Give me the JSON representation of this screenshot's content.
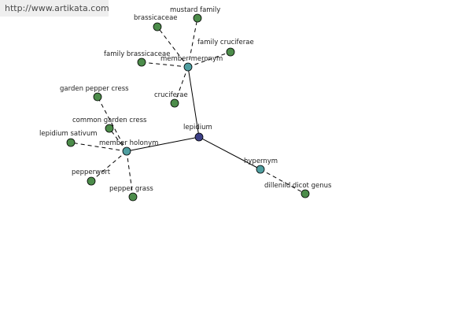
{
  "watermark": "http://www.artikata.com",
  "colors": {
    "center_node": "#3c3f86",
    "relation_node": "#4f9ea0",
    "term_node": "#4c8c4a",
    "edge": "#000000",
    "watermark_bg": "#efefef"
  },
  "graph": {
    "center": {
      "id": "lepidium",
      "label": "lepidium"
    },
    "relations": [
      {
        "id": "member-meronym",
        "label": "member meronym"
      },
      {
        "id": "member-holonym",
        "label": "member holonym"
      },
      {
        "id": "hypernym",
        "label": "hypernym"
      }
    ],
    "terms": [
      {
        "id": "brassicaceae",
        "label": "brassicaceae",
        "relation": "member-meronym"
      },
      {
        "id": "mustard-family",
        "label": "mustard family",
        "relation": "member-meronym"
      },
      {
        "id": "family-cruciferae",
        "label": "family cruciferae",
        "relation": "member-meronym"
      },
      {
        "id": "family-brassicaceae",
        "label": "family brassicaceae",
        "relation": "member-meronym"
      },
      {
        "id": "cruciferae",
        "label": "cruciferae",
        "relation": "member-meronym"
      },
      {
        "id": "garden-pepper-cress",
        "label": "garden pepper cress",
        "relation": "member-holonym"
      },
      {
        "id": "common-garden-cress",
        "label": "common garden cress",
        "relation": "member-holonym"
      },
      {
        "id": "lepidium-sativum",
        "label": "lepidium sativum",
        "relation": "member-holonym"
      },
      {
        "id": "pepperwort",
        "label": "pepperwort",
        "relation": "member-holonym"
      },
      {
        "id": "pepper-grass",
        "label": "pepper grass",
        "relation": "member-holonym"
      },
      {
        "id": "dilleniid-dicot-genus",
        "label": "dilleniid dicot genus",
        "relation": "hypernym"
      }
    ]
  }
}
